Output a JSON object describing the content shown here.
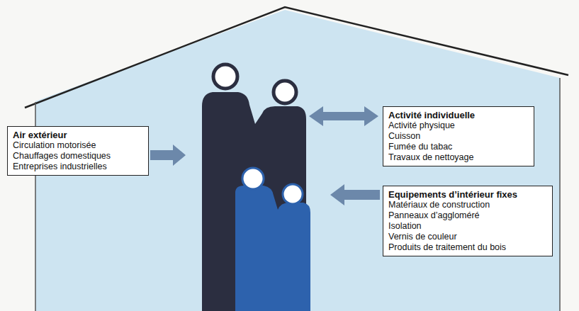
{
  "diagram": {
    "nodes": [
      {
        "text": [
          "Air extérieur",
          "Circulation motorisée",
          "Chauffages domestiques",
          "Entreprises industrielles"
        ]
      },
      {
        "text": [
          "Activité individuelle",
          "Activité physique",
          "Cuisson",
          "Fumée du tabac",
          "Travaux de nettoyage"
        ]
      },
      {
        "text": [
          "Equipements d’intérieur fixes",
          "Matériaux de construction",
          "Panneaux d’aggloméré",
          "Isolation",
          "Vernis de couleur",
          "Produits de traitement du bois"
        ]
      }
    ]
  }
}
